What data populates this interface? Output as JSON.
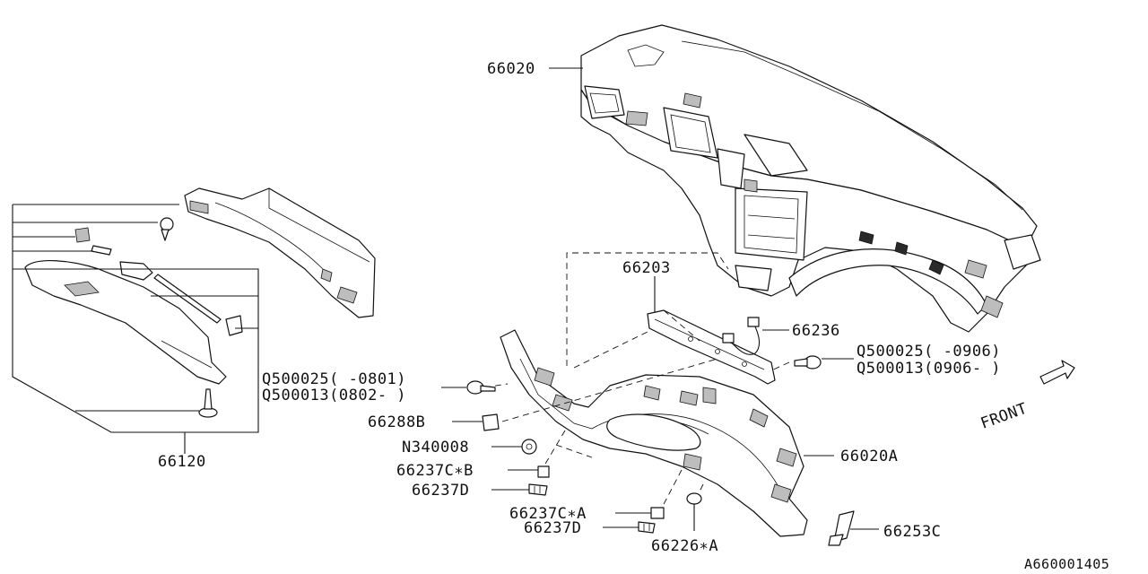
{
  "diagram_id": "A660001405",
  "front_label": "FRONT",
  "parts": {
    "p66020": "66020",
    "p66020A": "66020A",
    "p66203": "66203",
    "p66236": "66236",
    "p66120": "66120",
    "p66288B": "66288B",
    "pN340008": "N340008",
    "p66237CB": "66237C∗B",
    "p66237D_1": "66237D",
    "p66237CA": "66237C∗A",
    "p66237D_2": "66237D",
    "p66226A": "66226∗A",
    "p66253C": "66253C",
    "q_left_1": "Q500025(  -0801)",
    "q_left_2": "Q500013(0802-  )",
    "q_right_1": "Q500025(  -0906)",
    "q_right_2": "Q500013(0906-  )"
  }
}
